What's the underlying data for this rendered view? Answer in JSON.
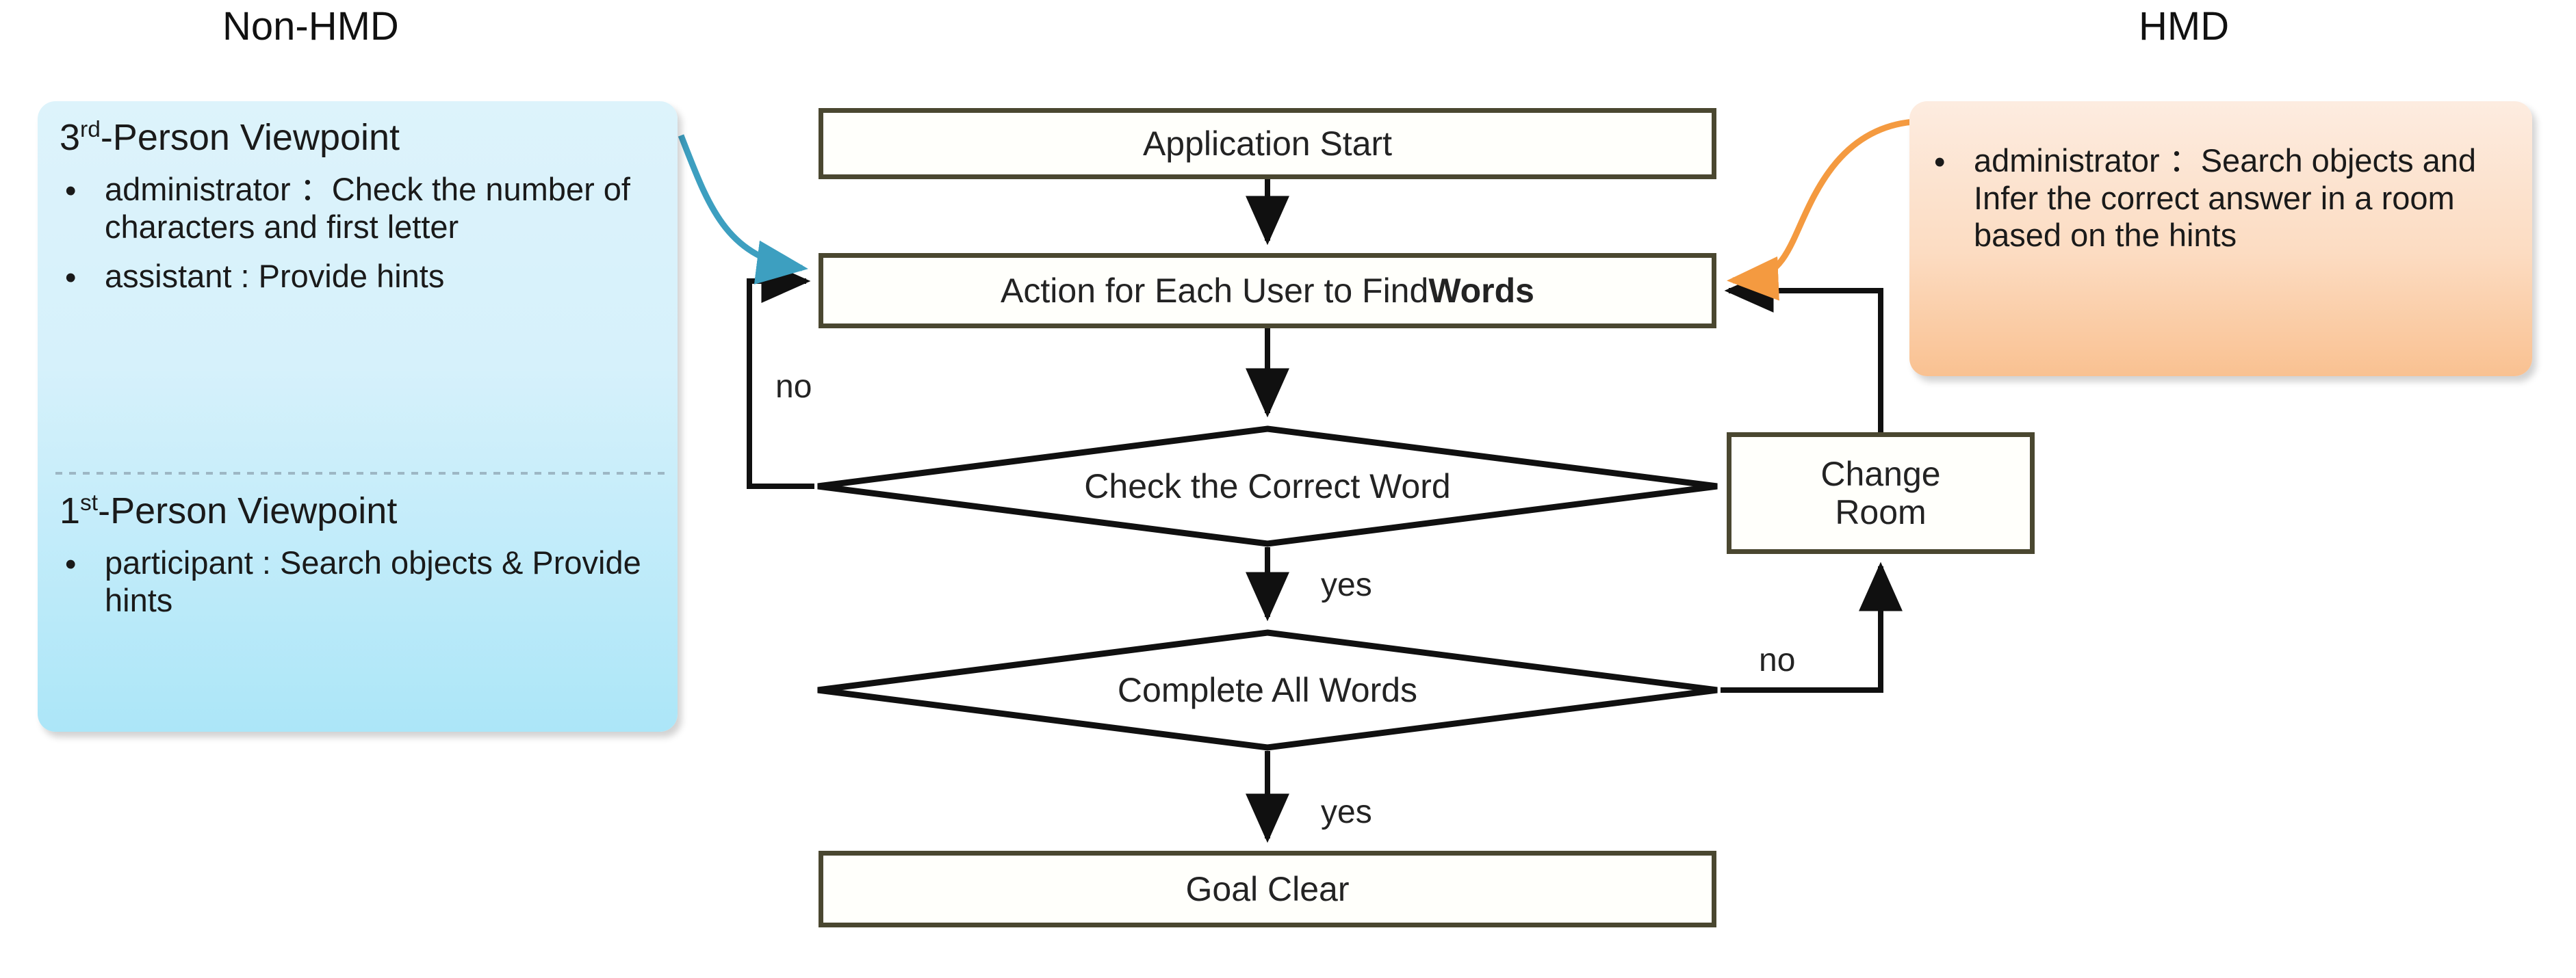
{
  "panels": {
    "left": {
      "title": "Non-HMD",
      "sections": [
        {
          "heading_prefix": "3",
          "heading_sup": "rd",
          "heading_suffix": "-Person Viewpoint",
          "items": [
            "administrator ：Check the number of characters and first letter",
            "assistant : Provide hints"
          ]
        },
        {
          "heading_prefix": "1",
          "heading_sup": "st",
          "heading_suffix": "-Person Viewpoint",
          "items": [
            "participant : Search objects & Provide hints"
          ]
        }
      ]
    },
    "right": {
      "title": "HMD",
      "sections": [
        {
          "items": [
            "administrator ：Search objects and Infer the correct answer in a room based on the hints"
          ]
        }
      ]
    }
  },
  "flowchart": {
    "nodes": {
      "app_start": "Application Start",
      "action_prefix": "Action for Each User to Find ",
      "action_strong": "Words",
      "check_word": "Check the Correct Word",
      "complete_all": "Complete All Words",
      "change_room_line1": "Change",
      "change_room_line2": "Room",
      "goal_clear": "Goal Clear"
    },
    "edge_labels": {
      "check_no": "no",
      "check_yes": "yes",
      "complete_no": "no",
      "complete_yes": "yes"
    }
  },
  "colors": {
    "node_border": "#4a4730",
    "node_fill": "#fffffb",
    "left_panel_top": "#ddf3fb",
    "left_panel_bottom": "#ace6f8",
    "right_panel_top": "#fdece0",
    "right_panel_bottom": "#f9c191",
    "blue_arrow": "#3d9fc0",
    "orange_arrow": "#f49a40",
    "flow_line": "#101010",
    "text": "#232323"
  },
  "bullet_glyph": "•"
}
